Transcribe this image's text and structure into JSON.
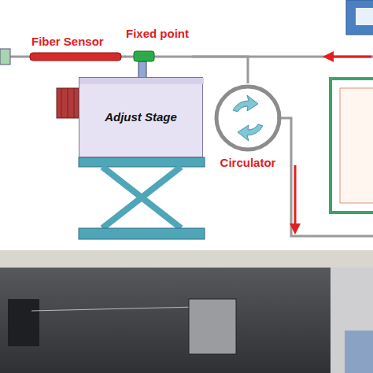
{
  "diagram": {
    "nodes": [
      {
        "text": [
          "Fiber Sensor"
        ]
      },
      {
        "text": [
          "Fixed point"
        ]
      },
      {
        "text": [
          "Adjust Stage"
        ]
      },
      {
        "text": [
          "Circulator"
        ]
      }
    ],
    "edges": [
      {
        "from": 0,
        "to": 1,
        "arrow": "none"
      },
      {
        "from": 1,
        "to": 3,
        "arrow": "none"
      }
    ]
  }
}
